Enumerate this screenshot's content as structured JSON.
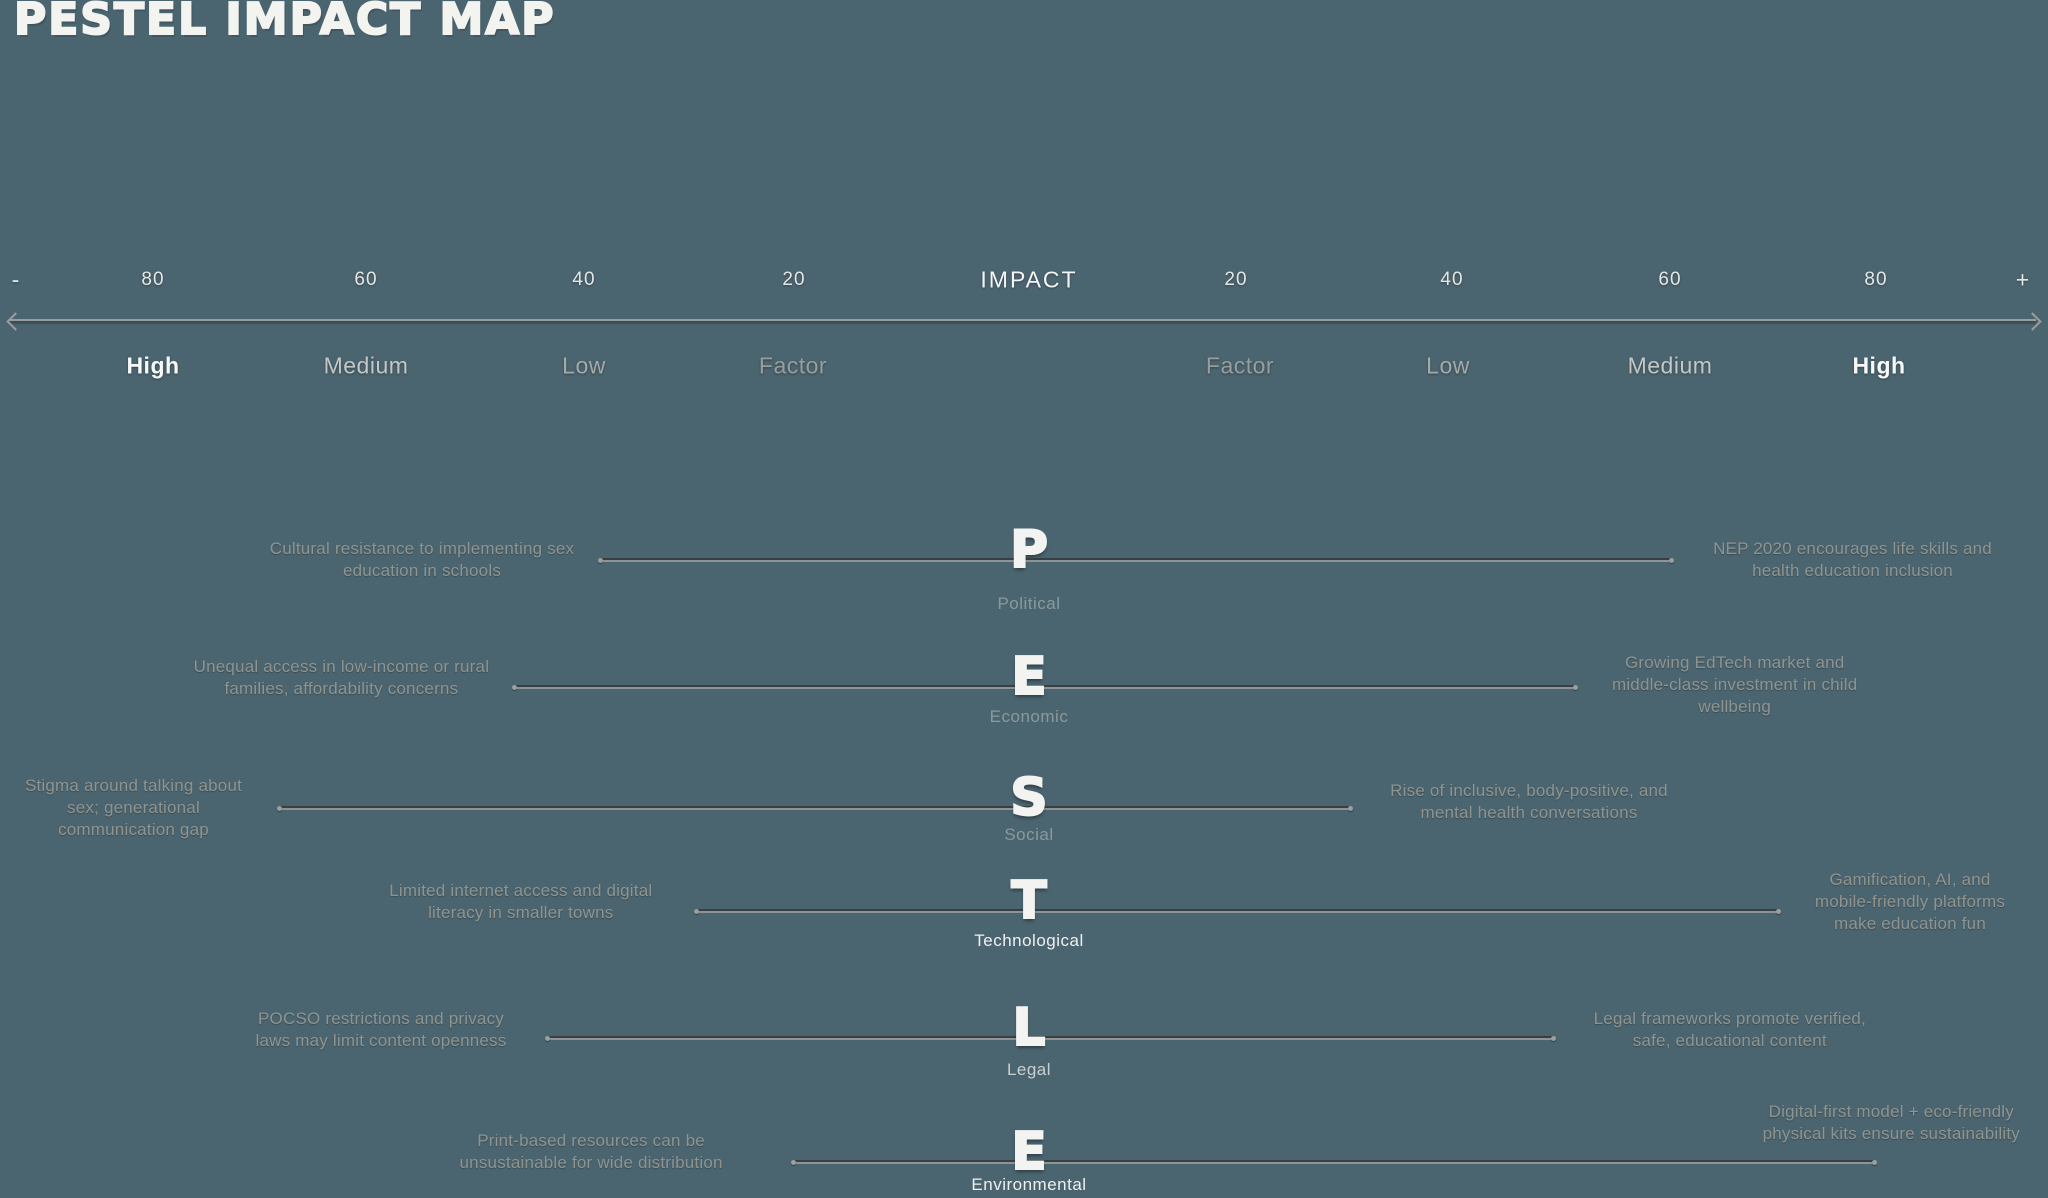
{
  "page": {
    "title": "PESTEL IMPACT MAP"
  },
  "axis": {
    "minus": "-",
    "plus": "+",
    "center_label": "IMPACT",
    "tick_values_left": [
      "80",
      "60",
      "40",
      "20"
    ],
    "tick_values_right": [
      "20",
      "40",
      "60",
      "80"
    ],
    "scale_labels_left": [
      "High",
      "Medium",
      "Low",
      "Factor"
    ],
    "scale_labels_right": [
      "Factor",
      "Low",
      "Medium",
      "High"
    ]
  },
  "chart_data": {
    "type": "diverging-impact-map",
    "title": "PESTEL IMPACT MAP",
    "axis_label": "IMPACT",
    "axis_ticks": [
      20,
      40,
      60,
      80
    ],
    "axis_orientation": "horizontal, negative impact left, positive impact right",
    "rows": [
      {
        "letter": "P",
        "category": "Political",
        "negative": {
          "text": "Cultural resistance to implementing sex education in schools",
          "impact": 40
        },
        "positive": {
          "text": "NEP 2020 encourages life skills and health education inclusion",
          "impact": 60
        }
      },
      {
        "letter": "E",
        "category": "Economic",
        "negative": {
          "text": "Unequal access in low-income or rural families, affordability concerns",
          "impact": 48
        },
        "positive": {
          "text": "Growing EdTech market and middle-class investment in child wellbeing",
          "impact": 51
        }
      },
      {
        "letter": "S",
        "category": "Social",
        "negative": {
          "text": "Stigma around talking about sex; generational communication gap",
          "impact": 70
        },
        "positive": {
          "text": "Rise of inclusive, body-positive, and mental health conversations",
          "impact": 30
        }
      },
      {
        "letter": "T",
        "category": "Technological",
        "negative": {
          "text": "Limited internet access and digital literacy in smaller towns",
          "impact": 31
        },
        "positive": {
          "text": "Gamification, AI, and mobile-friendly platforms make education fun",
          "impact": 70
        }
      },
      {
        "letter": "L",
        "category": "Legal",
        "negative": {
          "text": "POCSO restrictions and privacy laws may limit content openness",
          "impact": 45
        },
        "positive": {
          "text": "Legal frameworks promote verified, safe, educational content",
          "impact": 49
        }
      },
      {
        "letter": "E",
        "category": "Environmental",
        "negative": {
          "text": "Print-based resources can be unsustainable for wide distribution",
          "impact": 22
        },
        "positive": {
          "text": "Digital-first model + eco-friendly physical kits ensure sustainability",
          "impact": 79
        }
      }
    ]
  },
  "colors": {
    "background": "#4b6570",
    "title_text": "#f3f3f0",
    "axis_line": "#989d9d",
    "row_line_dark": "#3a3f41",
    "row_line_light": "#8e9495",
    "muted_text": "#8f948f",
    "bright_text": "#eef0ee"
  }
}
